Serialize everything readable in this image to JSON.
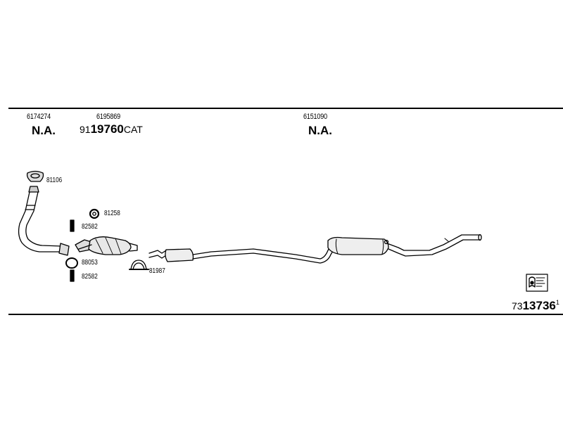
{
  "header": {
    "columns": [
      {
        "part_number": "6174274",
        "status": "N.A."
      },
      {
        "part_number": "6195869",
        "catalog_prefix": "91",
        "catalog_main": "19760",
        "catalog_suffix": "CAT"
      },
      {
        "part_number": "6151090",
        "status": "N.A."
      }
    ]
  },
  "parts": {
    "clamp_top": "81106",
    "ring_gasket": "81258",
    "bolt_upper": "82582",
    "gasket_ring": "88053",
    "bolt_lower": "82582",
    "u_clamp": "81987"
  },
  "reference": {
    "prefix": "73",
    "main": "13736",
    "suffix": "1"
  },
  "icons": [
    "exhaust-pipe-icon",
    "catalytic-converter-icon",
    "muffler-icon",
    "clamp-icon",
    "bolt-icon",
    "gasket-icon",
    "manual-book-icon"
  ]
}
